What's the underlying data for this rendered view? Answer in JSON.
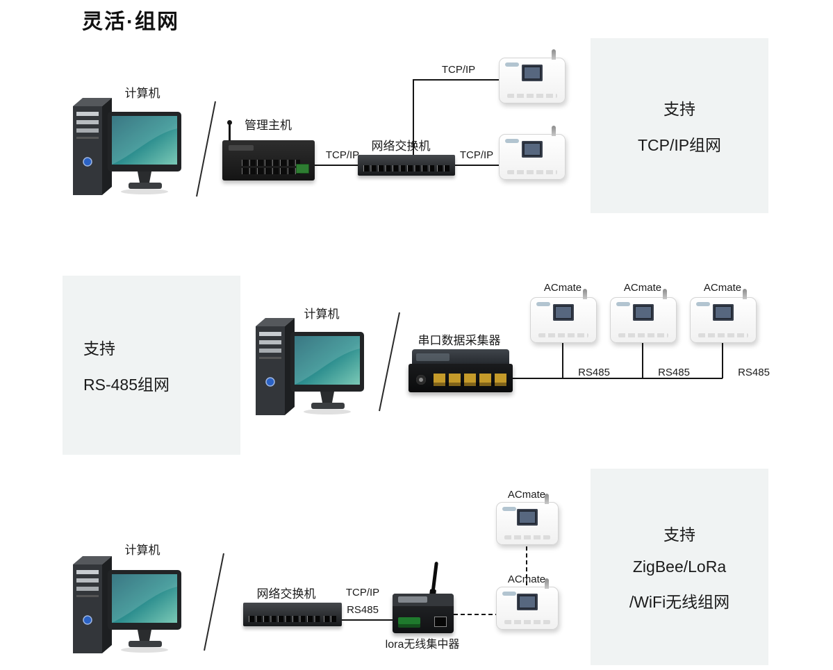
{
  "title": "灵活·组网",
  "colors": {
    "panel_bg": "#f0f3f3",
    "line": "#141414",
    "screen_teal": "#2e8f8f",
    "gold_ports": "#c59a2a",
    "terminal_green": "#1f7a2d",
    "text": "#1a1a1a"
  },
  "s1": {
    "computer": "计算机",
    "host": "管理主机",
    "switch": "网络交换机",
    "tcp_top": "TCP/IP",
    "tcp_mid": "TCP/IP",
    "tcp_right": "TCP/IP",
    "panel1": "支持",
    "panel2": "TCP/IP组网"
  },
  "s2": {
    "panel1": "支持",
    "panel2": "RS-485组网",
    "computer": "计算机",
    "collector": "串口数据采集器",
    "devices": [
      {
        "name": "ACmate",
        "link": "RS485"
      },
      {
        "name": "ACmate",
        "link": "RS485"
      },
      {
        "name": "ACmate",
        "link": "RS485"
      }
    ]
  },
  "s3": {
    "computer": "计算机",
    "switch": "网络交换机",
    "link1": "TCP/IP",
    "link2": "RS485",
    "lora": "lora无线集中器",
    "acmate_top": "ACmate",
    "acmate_bottom": "ACmate",
    "panel1": "支持",
    "panel2": "ZigBee/LoRa",
    "panel3": "/WiFi无线组网"
  }
}
